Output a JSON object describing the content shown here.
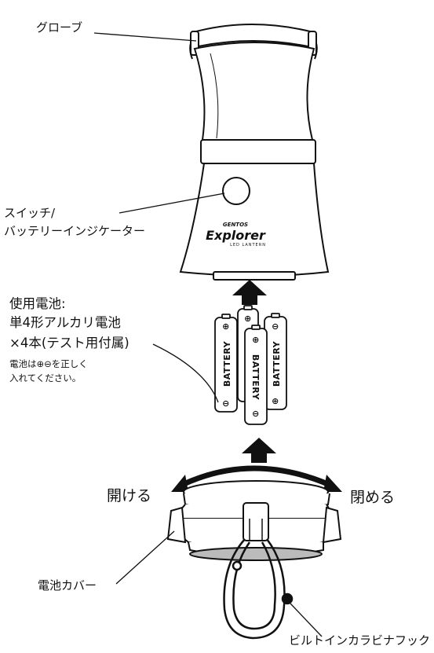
{
  "labels": {
    "globe": "グローブ",
    "switch_line1": "スイッチ/",
    "switch_line2": "バッテリーインジケーター",
    "battery_info_line1": "使用電池:",
    "battery_info_line2": "単4形アルカリ電池",
    "battery_info_line3": "×4本(テスト用付属)",
    "polarity_line1": "電池は⊕⊖を正しく",
    "polarity_line2": "入れてください。",
    "open": "開ける",
    "close": "閉める",
    "battery_cover": "電池カバー",
    "carabiner": "ビルトインカラビナフック"
  },
  "product": {
    "brand": "GENTOS",
    "model": "Explorer",
    "subtitle": "LED LANTERN"
  },
  "battery": {
    "label": "BATTERY",
    "plus": "⊕",
    "minus": "⊖"
  },
  "colors": {
    "ink": "#111111",
    "background": "#ffffff"
  }
}
